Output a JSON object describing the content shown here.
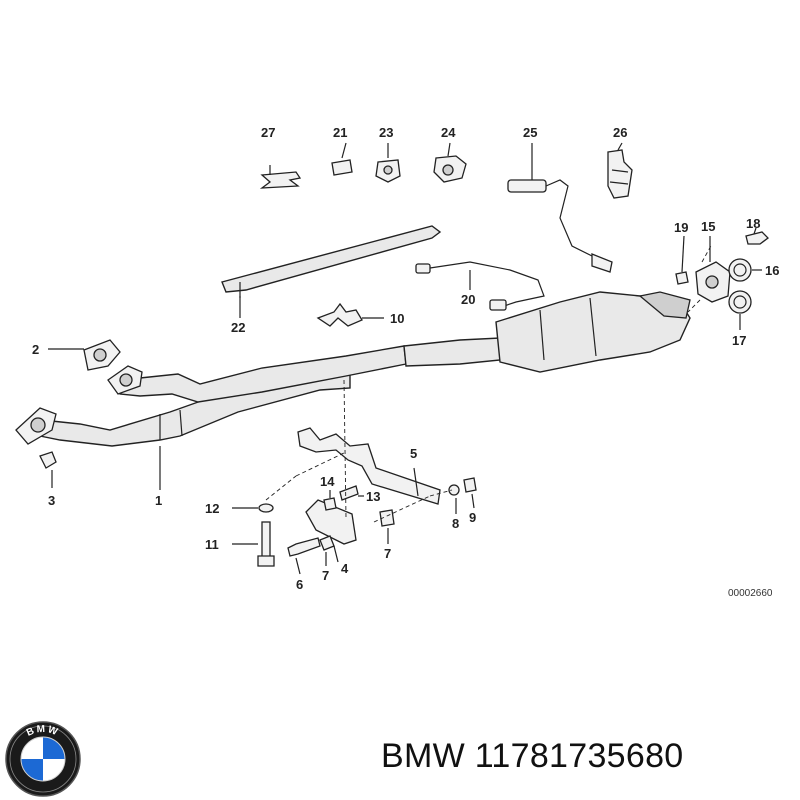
{
  "diagram": {
    "labels": {
      "p1": "1",
      "p2": "2",
      "p3": "3",
      "p4": "4",
      "p5": "5",
      "p6": "6",
      "p7a": "7",
      "p7b": "7",
      "p8": "8",
      "p9": "9",
      "p10": "10",
      "p11": "11",
      "p12": "12",
      "p13": "13",
      "p14": "14",
      "p15": "15",
      "p16": "16",
      "p17": "17",
      "p18": "18",
      "p19": "19",
      "p20": "20",
      "p21": "21",
      "p22": "22",
      "p23": "23",
      "p24": "24",
      "p25": "25",
      "p26": "26",
      "p27": "27"
    },
    "reference_code": "00002660"
  },
  "caption": {
    "brand": "BMW",
    "part_number": "11781735680",
    "text": "BMW 11781735680"
  },
  "logo": {
    "letters": "BMW",
    "colors": {
      "blue": "#1c69d4",
      "white": "#ffffff",
      "ring": "#1a1a1a"
    }
  }
}
